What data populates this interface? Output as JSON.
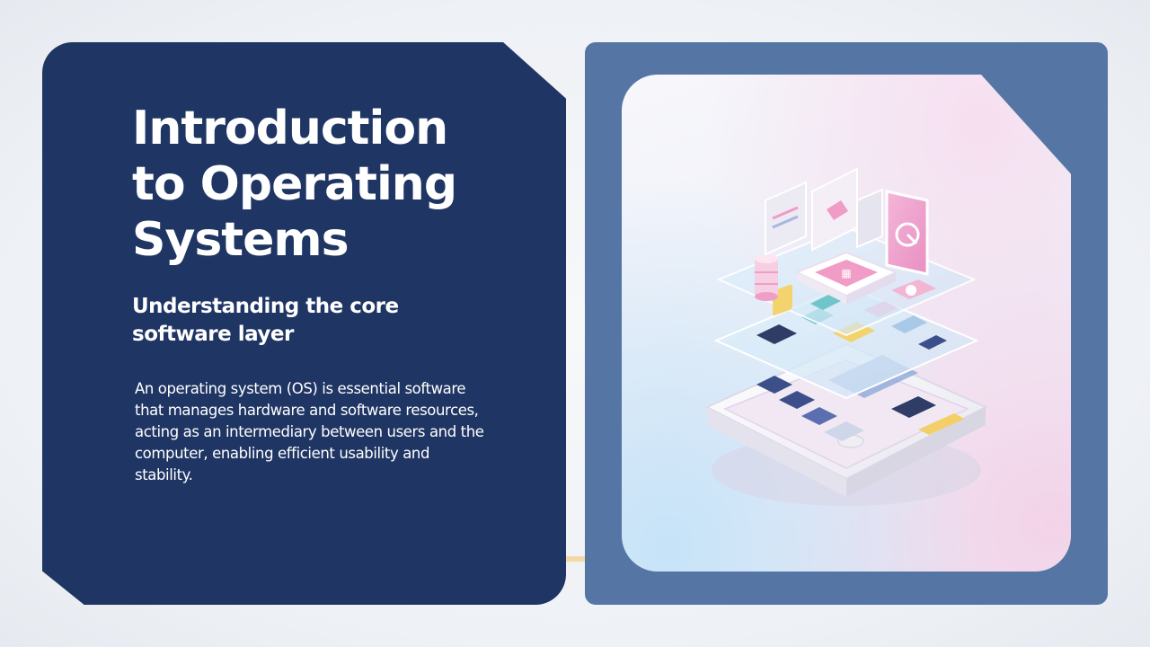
{
  "slide": {
    "title": "Introduction to Operating Systems",
    "subtitle": "Understanding the core software layer",
    "body": "An operating system (OS) is essential software that manages hardware and software resources, acting as an intermediary between users and the computer, enabling efficient usability and stability."
  },
  "illustration": {
    "name": "isometric-os-layers-illustration"
  },
  "colors": {
    "left_panel": "#1f3563",
    "right_panel": "#5576a5",
    "accent": "#f3d9a6",
    "text": "#ffffff"
  }
}
